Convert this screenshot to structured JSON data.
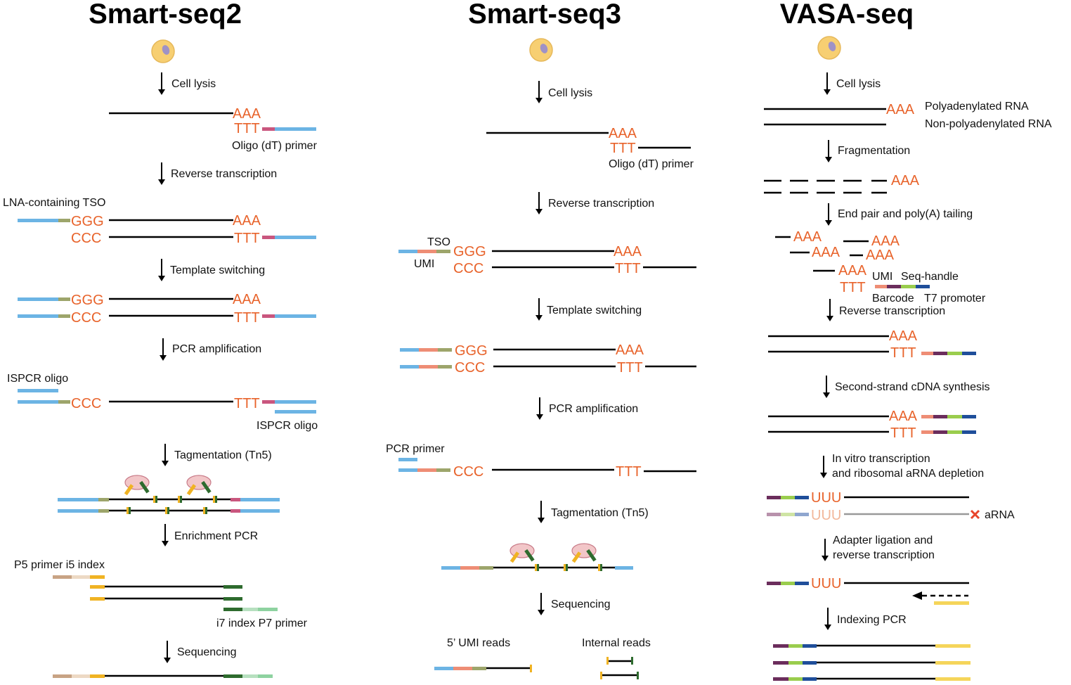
{
  "colors": {
    "rna_base": "#E8632B",
    "rna_base_faded": "#F2B79A",
    "adapter_blue": "#6CB4E4",
    "umi_salmon": "#EE8D75",
    "tso_olive": "#9DA56B",
    "barcode_purple": "#6B2D5C",
    "seqhandle_green": "#9ACD4D",
    "t7_navy": "#1F4E9A",
    "tn5_yellow": "#F0B323",
    "tn5_green": "#2E6B2E",
    "p7_mint": "#8ED2A0",
    "p5_tan": "#C8A384",
    "cell_fill": "#F7CF72",
    "nucleus": "#9F92C6",
    "tn5_enzyme": "#F2C6C8",
    "cross_mark": "#E8452B"
  },
  "titles": {
    "smartseq2": "Smart-seq2",
    "smartseq3": "Smart-seq3",
    "vasaseq": "VASA-seq"
  },
  "bases": {
    "aaa": "AAA",
    "ttt": "TTT",
    "ggg": "GGG",
    "ccc": "CCC",
    "uuu": "UUU"
  },
  "smartseq2": {
    "steps": {
      "lysis": "Cell lysis",
      "rt": "Reverse transcription",
      "ts": "Template switching",
      "pcr": "PCR amplification",
      "tag": "Tagmentation (Tn5)",
      "enrich": "Enrichment PCR",
      "seq": "Sequencing"
    },
    "labels": {
      "oligo_dt": "Oligo (dT) primer",
      "tso": "LNA-containing TSO",
      "ispcr_top": "ISPCR oligo",
      "ispcr_bottom": "ISPCR oligo",
      "p5_i5": "P5 primer i5 index",
      "i7_p7": "i7 index P7 primer"
    }
  },
  "smartseq3": {
    "steps": {
      "lysis": "Cell lysis",
      "rt": "Reverse transcription",
      "ts": "Template switching",
      "pcr": "PCR amplification",
      "tag": "Tagmentation (Tn5)",
      "seq": "Sequencing"
    },
    "labels": {
      "oligo_dt": "Oligo (dT) primer",
      "tso": "TSO",
      "umi": "UMI",
      "pcr_primer": "PCR primer",
      "umi_reads": "5’ UMI reads",
      "internal_reads": "Internal reads"
    }
  },
  "vasaseq": {
    "steps": {
      "lysis": "Cell lysis",
      "frag": "Fragmentation",
      "tailing": "End pair and poly(A) tailing",
      "rt": "Reverse transcription",
      "second": "Second-strand cDNA synthesis",
      "ivt_1": "In vitro transcription",
      "ivt_2": "and ribosomal aRNA depletion",
      "lig_1": "Adapter ligation and",
      "lig_2": "reverse transcription",
      "idx": "Indexing PCR"
    },
    "labels": {
      "polya_rna": "Polyadenylated RNA",
      "nonpolya_rna": "Non-polyadenylated RNA",
      "umi": "UMI",
      "seq_handle": "Seq-handle",
      "barcode": "Barcode",
      "t7": "T7 promoter",
      "arna": "aRNA"
    }
  }
}
